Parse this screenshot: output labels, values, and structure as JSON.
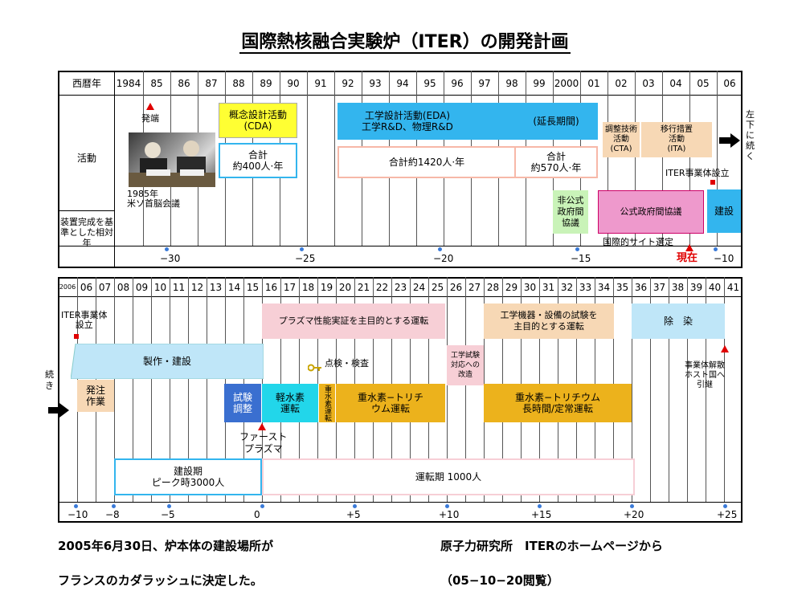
{
  "title": "国際熱核融合実験炉（ITER）の開発計画",
  "top": {
    "header_label": "西暦年",
    "years": [
      "1984",
      "85",
      "86",
      "87",
      "88",
      "89",
      "90",
      "91",
      "92",
      "93",
      "94",
      "95",
      "96",
      "97",
      "98",
      "99",
      "2000",
      "01",
      "02",
      "03",
      "04",
      "05",
      "06"
    ],
    "row_activity": "活動",
    "row_relative": "装置完成を基準とした相対年",
    "ticks": [
      "−30",
      "−25",
      "−20",
      "−15",
      "−10"
    ],
    "hatsutan": "発端",
    "summit": "1985年\n米ソ首脳会議",
    "cda": "概念設計活動\n(CDA)",
    "cda_total": "合計\n約400人·年",
    "eda": "工学設計活動(EDA)\n工学R&D、物理R&D",
    "extension": "(延長期間)",
    "eda_total": "合計約1420人·年",
    "ext_total": "合計\n約570人·年",
    "cta": "調整技術\n活動\n(CTA)",
    "ita": "移行措置\n活動\n(ITA)",
    "informal": "非公式\n政府間\n協議",
    "formal": "公式政府間協議",
    "site": "国際的サイト選定",
    "iter_org": "ITER事業体設立",
    "construction": "建設",
    "continue": "左下に続く",
    "now": "現在"
  },
  "bottom": {
    "years": [
      "2006",
      "06",
      "07",
      "08",
      "09",
      "10",
      "11",
      "12",
      "13",
      "14",
      "15",
      "16",
      "17",
      "18",
      "19",
      "20",
      "21",
      "22",
      "23",
      "24",
      "25",
      "26",
      "27",
      "28",
      "29",
      "30",
      "31",
      "32",
      "33",
      "34",
      "35",
      "36",
      "37",
      "38",
      "39",
      "40",
      "41"
    ],
    "ticks": [
      "−10",
      "−8",
      "−5",
      "0",
      "+5",
      "+10",
      "+15",
      "+20",
      "+25"
    ],
    "continued": "続き",
    "iter_org": "ITER事業体\n設立",
    "build": "製作・建設",
    "ordering": "発注\n作業",
    "test": "試験\n調整",
    "light": "軽水素\n運転",
    "heavy_short": "重水素運転",
    "dt1": "重水素−トリチ\nウム運転",
    "plasma_demo": "プラズマ性能実証を主目的とする運転",
    "inspect": "点検・検査",
    "eng_test": "工学試験\n対応への\n改造",
    "eng_equip": "工学機器・設備の試験を\n主目的とする運転",
    "dt2": "重水素−トリチウム\n長時間/定常運転",
    "decon": "除　染",
    "dissolve": "事業体解散\nホスト国へ\n引継",
    "first_plasma": "ファースト\nプラズマ",
    "const_period": "建設期\nピーク時3000人",
    "op_period": "運転期 1000人"
  },
  "footer": {
    "left1": "2005年6月30日、炉本体の建設場所が",
    "left2": "フランスのカダラッシュに決定した。",
    "right1": "原子力研究所　ITERのホームページから",
    "right2": "（05−10−20閲覧）"
  },
  "colors": {
    "yellow": "#ffff33",
    "blue": "#33b5ee",
    "lightblue": "#bfe6f8",
    "pink": "#f7cfd6",
    "peach": "#f7d8b5",
    "green": "#c9f3b8",
    "magenta": "#ee99cc",
    "gold": "#ecb21c",
    "cyan": "#22d6ea",
    "navy": "#3a6fd0",
    "red": "#e00000"
  }
}
